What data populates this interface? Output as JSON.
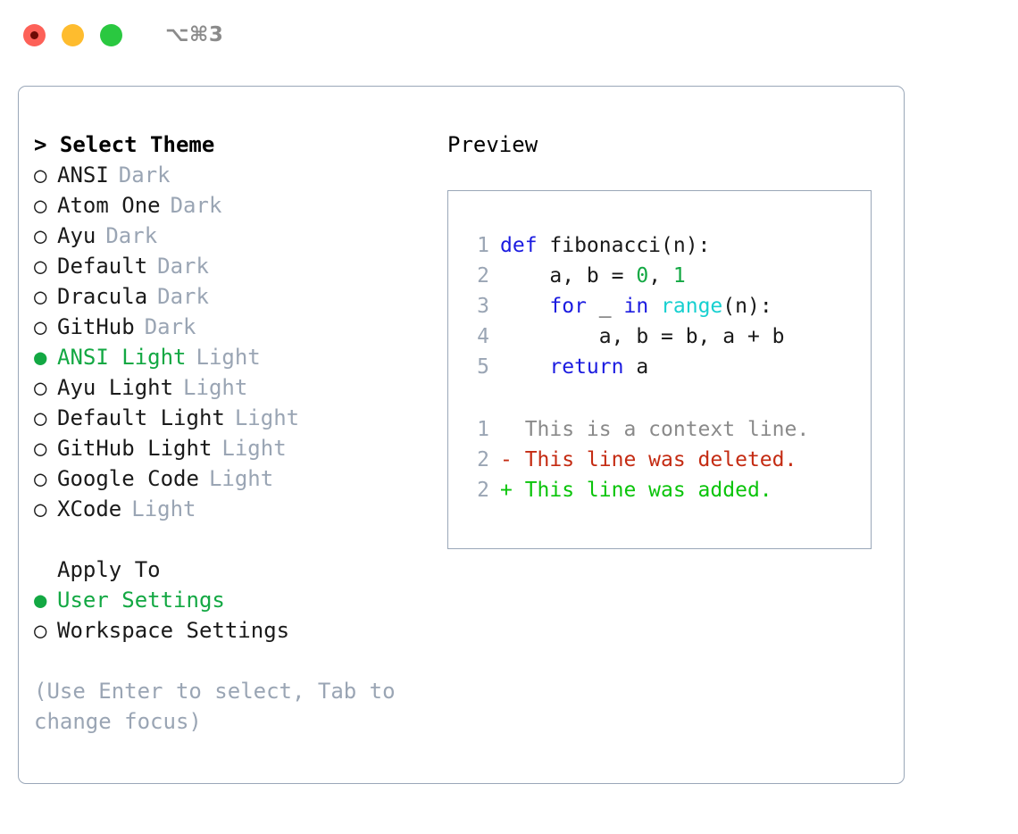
{
  "titlebar": {
    "traffic_lights": [
      "close-red",
      "minimize-yellow",
      "maximize-green"
    ],
    "shortcut": "⌥⌘3"
  },
  "left": {
    "header": "> Select Theme",
    "themes": [
      {
        "marker": "○",
        "name": "ANSI",
        "variant": "Dark",
        "selected": false
      },
      {
        "marker": "○",
        "name": "Atom One",
        "variant": "Dark",
        "selected": false
      },
      {
        "marker": "○",
        "name": "Ayu",
        "variant": "Dark",
        "selected": false
      },
      {
        "marker": "○",
        "name": "Default",
        "variant": "Dark",
        "selected": false
      },
      {
        "marker": "○",
        "name": "Dracula",
        "variant": "Dark",
        "selected": false
      },
      {
        "marker": "○",
        "name": "GitHub",
        "variant": "Dark",
        "selected": false
      },
      {
        "marker": "●",
        "name": "ANSI Light",
        "variant": "Light",
        "selected": true
      },
      {
        "marker": "○",
        "name": "Ayu Light",
        "variant": "Light",
        "selected": false
      },
      {
        "marker": "○",
        "name": "Default Light",
        "variant": "Light",
        "selected": false
      },
      {
        "marker": "○",
        "name": "GitHub Light",
        "variant": "Light",
        "selected": false
      },
      {
        "marker": "○",
        "name": "Google Code",
        "variant": "Light",
        "selected": false
      },
      {
        "marker": "○",
        "name": "XCode",
        "variant": "Light",
        "selected": false
      }
    ],
    "apply_to_header": "Apply To",
    "apply_to": [
      {
        "marker": "●",
        "name": "User Settings",
        "selected": true
      },
      {
        "marker": "○",
        "name": "Workspace Settings",
        "selected": false
      }
    ],
    "hint": "(Use Enter to select, Tab to change focus)"
  },
  "right": {
    "header": "Preview",
    "code_lines": [
      {
        "num": "1",
        "tokens": [
          {
            "t": "def",
            "c": "kw"
          },
          {
            "t": " fibonacci(n):",
            "c": "plain"
          }
        ]
      },
      {
        "num": "2",
        "tokens": [
          {
            "t": "    a, b = ",
            "c": "plain"
          },
          {
            "t": "0",
            "c": "num"
          },
          {
            "t": ", ",
            "c": "plain"
          },
          {
            "t": "1",
            "c": "num"
          }
        ]
      },
      {
        "num": "3",
        "tokens": [
          {
            "t": "    ",
            "c": "plain"
          },
          {
            "t": "for",
            "c": "kw"
          },
          {
            "t": " _ ",
            "c": "plain"
          },
          {
            "t": "in",
            "c": "kw"
          },
          {
            "t": " ",
            "c": "plain"
          },
          {
            "t": "range",
            "c": "fn"
          },
          {
            "t": "(n):",
            "c": "plain"
          }
        ]
      },
      {
        "num": "4",
        "tokens": [
          {
            "t": "        a, b = b, a + b",
            "c": "plain"
          }
        ]
      },
      {
        "num": "5",
        "tokens": [
          {
            "t": "    ",
            "c": "plain"
          },
          {
            "t": "return",
            "c": "kw"
          },
          {
            "t": " a",
            "c": "plain"
          }
        ]
      }
    ],
    "diff_lines": [
      {
        "num": "1",
        "tokens": [
          {
            "t": "  This is a context line.",
            "c": "ctx"
          }
        ]
      },
      {
        "num": "2",
        "tokens": [
          {
            "t": "- This line was deleted.",
            "c": "del"
          }
        ]
      },
      {
        "num": "2",
        "tokens": [
          {
            "t": "+ This line was added.",
            "c": "add"
          }
        ]
      }
    ]
  },
  "colors": {
    "accent_green": "#13a843",
    "keyword_blue": "#1b1be0",
    "function_cyan": "#17d0d0",
    "diff_deleted_red": "#c42b12",
    "diff_added_green": "#0ac40a",
    "muted_gray": "#9aa5b4",
    "border": "#9aa7b8"
  }
}
